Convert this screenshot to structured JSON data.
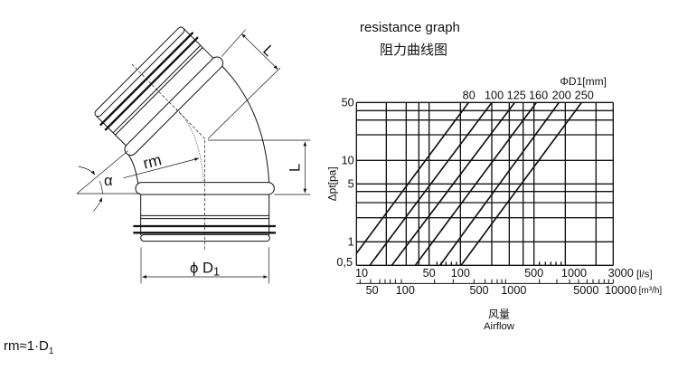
{
  "title_en": "resistance graph",
  "title_cn": "阻力曲线图",
  "formula": {
    "main": "rm≈1·D",
    "sub": "1"
  },
  "elbow": {
    "angle_label": "α",
    "radius_label": "rm",
    "length_label": "L",
    "diameter_label": "ϕ D",
    "diameter_sub": "1"
  },
  "graph": {
    "diameter_header": "ΦD1[mm]",
    "diameters": [
      "80",
      "100",
      "125",
      "160",
      "200",
      "250"
    ],
    "y_label": "Δpt[pa]",
    "y_ticks": [
      "50",
      "10",
      "5",
      "1",
      "0,5"
    ],
    "x1_ticks": [
      "10",
      "50",
      "100",
      "500",
      "1000",
      "3000"
    ],
    "x1_unit": "[l/s]",
    "x2_ticks": [
      "50",
      "100",
      "500",
      "1000",
      "5000",
      "10000"
    ],
    "x2_unit": "[m³/h]",
    "x_label_cn": "风量",
    "x_label_en": "Airflow"
  }
}
